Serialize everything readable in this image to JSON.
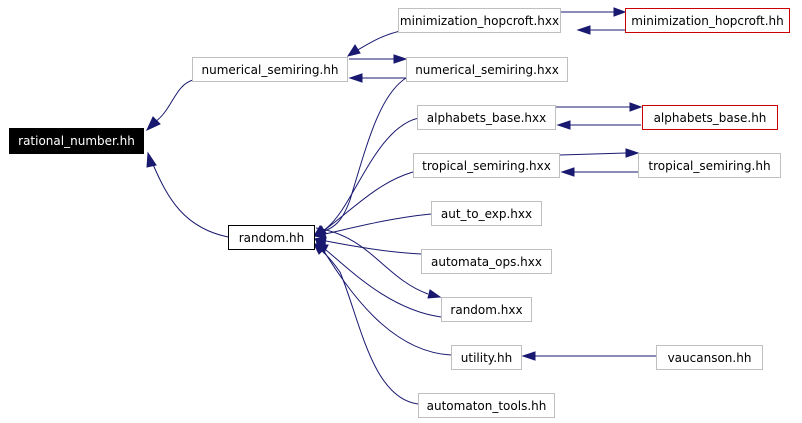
{
  "colors": {
    "edge": "#191970",
    "root_fill": "#000000",
    "node_border": "#bfbfbf",
    "missing_border": "#cc0000"
  },
  "nodes": {
    "rational_number_hh": "rational_number.hh",
    "numerical_semiring_hh": "numerical_semiring.hh",
    "random_hh": "random.hh",
    "minimization_hopcroft_hxx": "minimization_hopcroft.hxx",
    "minimization_hopcroft_hh": "minimization_hopcroft.hh",
    "numerical_semiring_hxx": "numerical_semiring.hxx",
    "alphabets_base_hxx": "alphabets_base.hxx",
    "alphabets_base_hh": "alphabets_base.hh",
    "tropical_semiring_hxx": "tropical_semiring.hxx",
    "tropical_semiring_hh": "tropical_semiring.hh",
    "aut_to_exp_hxx": "aut_to_exp.hxx",
    "automata_ops_hxx": "automata_ops.hxx",
    "random_hxx": "random.hxx",
    "utility_hh": "utility.hh",
    "vaucanson_hh": "vaucanson.hh",
    "automaton_tools_hh": "automaton_tools.hh"
  }
}
